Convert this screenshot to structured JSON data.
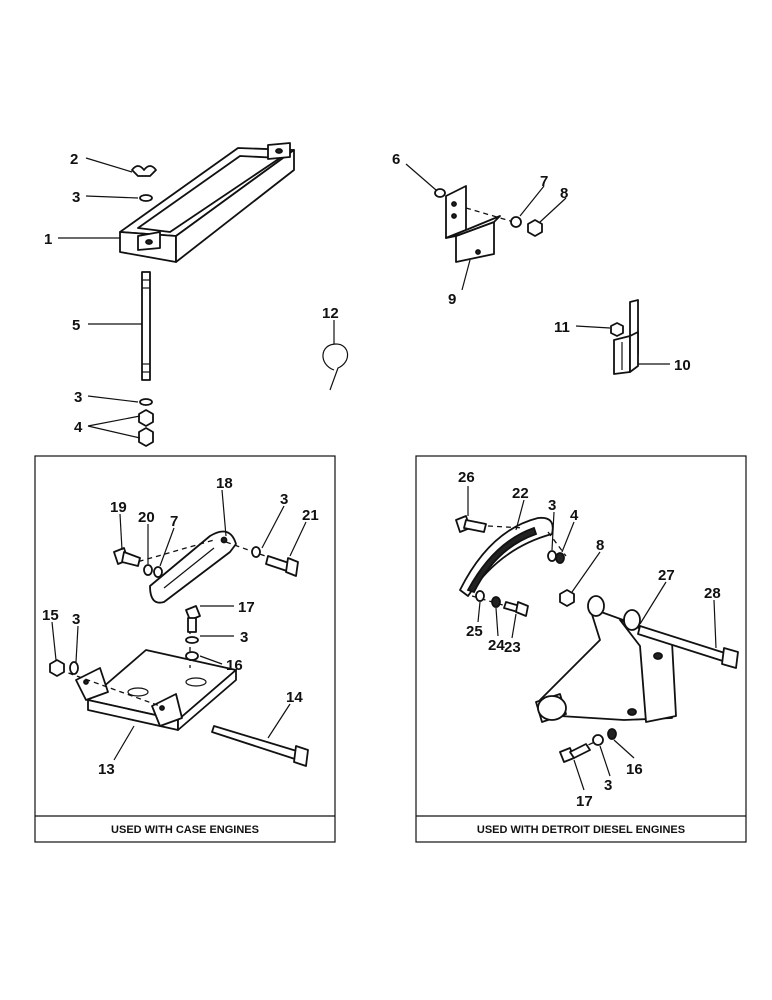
{
  "captions": {
    "case": "USED WITH CASE ENGINES",
    "detroit": "USED WITH DETROIT DIESEL ENGINES"
  },
  "labels": {
    "top": [
      "1",
      "2",
      "3",
      "5",
      "3",
      "4",
      "6",
      "7",
      "8",
      "9",
      "12",
      "11",
      "10"
    ],
    "case": [
      "18",
      "19",
      "20",
      "7",
      "3",
      "21",
      "17",
      "3",
      "16",
      "15",
      "3",
      "13",
      "14"
    ],
    "detroit": [
      "26",
      "22",
      "3",
      "4",
      "8",
      "27",
      "28",
      "25",
      "24",
      "23",
      "16",
      "3",
      "17"
    ]
  }
}
